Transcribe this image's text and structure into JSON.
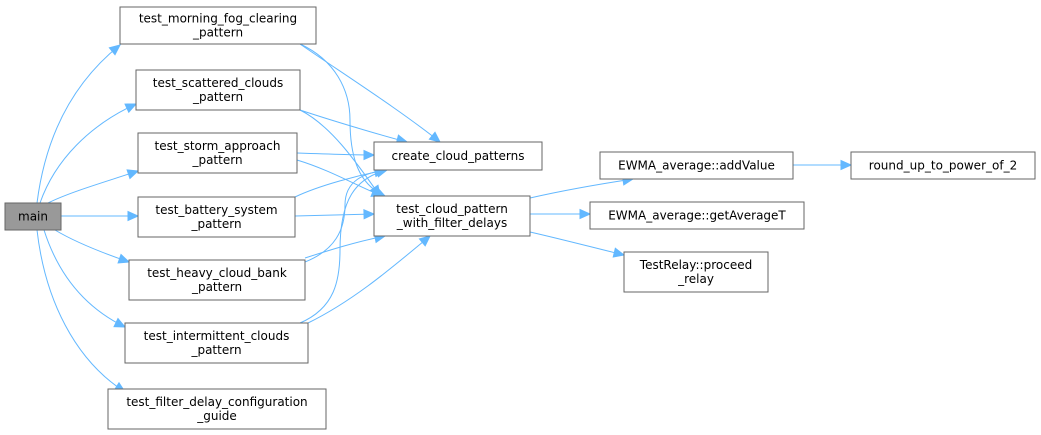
{
  "graph": {
    "nodes": [
      {
        "id": "main",
        "lines": [
          "main"
        ],
        "kind": "root"
      },
      {
        "id": "fog",
        "lines": [
          "test_morning_fog_clearing",
          "_pattern"
        ]
      },
      {
        "id": "scattered",
        "lines": [
          "test_scattered_clouds",
          "_pattern"
        ]
      },
      {
        "id": "storm",
        "lines": [
          "test_storm_approach",
          "_pattern"
        ]
      },
      {
        "id": "battery",
        "lines": [
          "test_battery_system",
          "_pattern"
        ]
      },
      {
        "id": "heavy",
        "lines": [
          "test_heavy_cloud_bank",
          "_pattern"
        ]
      },
      {
        "id": "intermittent",
        "lines": [
          "test_intermittent_clouds",
          "_pattern"
        ]
      },
      {
        "id": "guide",
        "lines": [
          "test_filter_delay_configuration",
          "_guide"
        ]
      },
      {
        "id": "create",
        "lines": [
          "create_cloud_patterns"
        ]
      },
      {
        "id": "cloudpattern",
        "lines": [
          "test_cloud_pattern",
          "_with_filter_delays"
        ]
      },
      {
        "id": "addvalue",
        "lines": [
          "EWMA_average::addValue"
        ]
      },
      {
        "id": "getavg",
        "lines": [
          "EWMA_average::getAverageT"
        ]
      },
      {
        "id": "proceed",
        "lines": [
          "TestRelay::proceed",
          "_relay"
        ]
      },
      {
        "id": "roundup",
        "lines": [
          "round_up_to_power_of_2"
        ]
      }
    ],
    "edges": [
      {
        "from": "main",
        "to": "fog"
      },
      {
        "from": "main",
        "to": "scattered"
      },
      {
        "from": "main",
        "to": "storm"
      },
      {
        "from": "main",
        "to": "battery"
      },
      {
        "from": "main",
        "to": "heavy"
      },
      {
        "from": "main",
        "to": "intermittent"
      },
      {
        "from": "main",
        "to": "guide"
      },
      {
        "from": "fog",
        "to": "create"
      },
      {
        "from": "fog",
        "to": "cloudpattern"
      },
      {
        "from": "scattered",
        "to": "create"
      },
      {
        "from": "scattered",
        "to": "cloudpattern"
      },
      {
        "from": "storm",
        "to": "create"
      },
      {
        "from": "storm",
        "to": "cloudpattern"
      },
      {
        "from": "battery",
        "to": "create"
      },
      {
        "from": "battery",
        "to": "cloudpattern"
      },
      {
        "from": "heavy",
        "to": "create"
      },
      {
        "from": "heavy",
        "to": "cloudpattern"
      },
      {
        "from": "intermittent",
        "to": "create"
      },
      {
        "from": "intermittent",
        "to": "cloudpattern"
      },
      {
        "from": "cloudpattern",
        "to": "addvalue"
      },
      {
        "from": "cloudpattern",
        "to": "getavg"
      },
      {
        "from": "cloudpattern",
        "to": "proceed"
      },
      {
        "from": "addvalue",
        "to": "roundup"
      }
    ],
    "colors": {
      "edge": "#63b8ff",
      "node_border": "#666666",
      "root_fill": "#999999",
      "node_fill": "#ffffff"
    }
  }
}
